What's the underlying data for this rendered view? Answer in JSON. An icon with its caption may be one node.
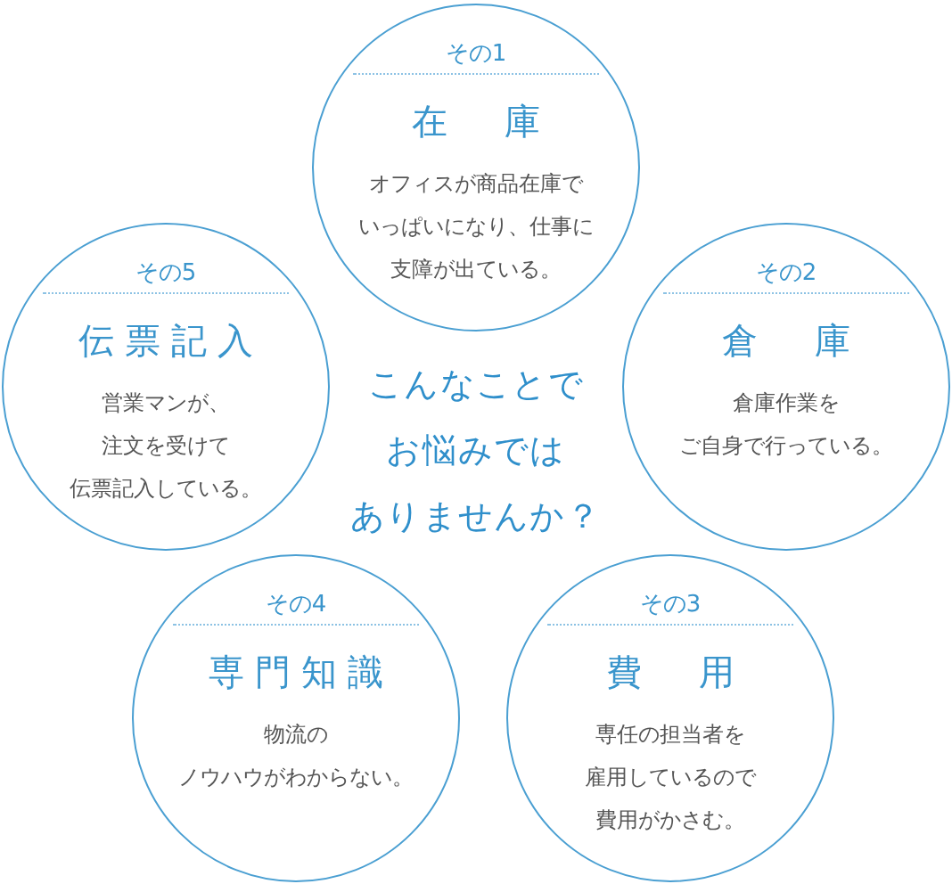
{
  "diagram": {
    "nodes": [
      {
        "text": [
          "その1",
          "在　庫",
          "オフィスが商品在庫でいっぱいになり、仕事に支障が出ている。"
        ]
      },
      {
        "text": [
          "その2",
          "倉　庫",
          "倉庫作業をご自身で行っている。"
        ]
      },
      {
        "text": [
          "その3",
          "費　用",
          "専任の担当者を雇用しているので費用がかさむ。"
        ]
      },
      {
        "text": [
          "その4",
          "専門知識",
          "物流のノウハウがわからない。"
        ]
      },
      {
        "text": [
          "その5",
          "伝票記入",
          "営業マンが、注文を受けて伝票記入している。"
        ]
      }
    ],
    "edges": [],
    "labels": [
      "こんなことでお悩みではありませんか？"
    ]
  }
}
